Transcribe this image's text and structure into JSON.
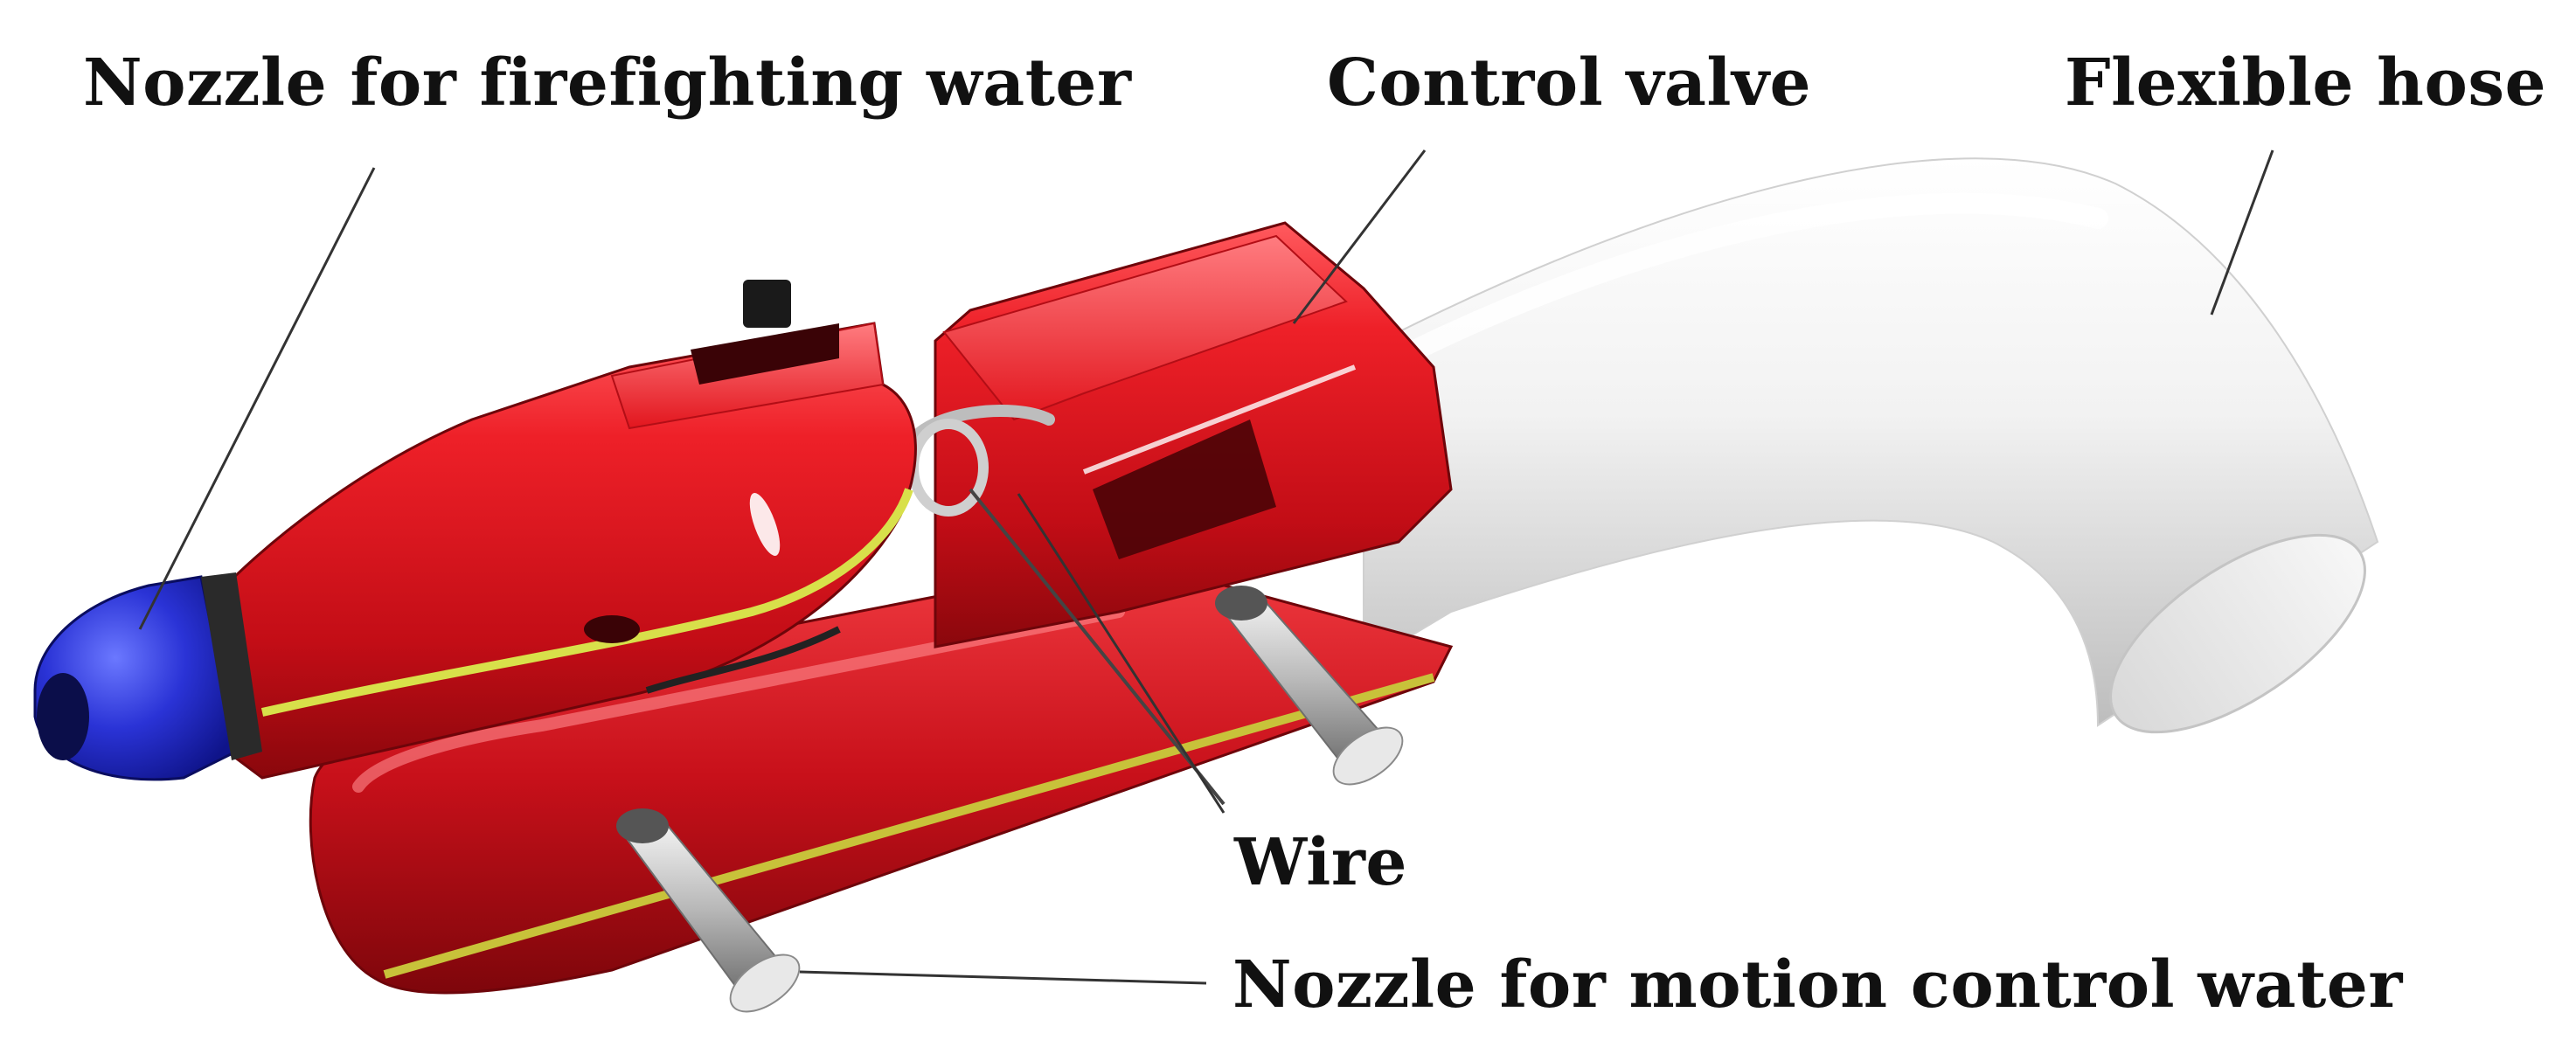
{
  "labels": {
    "nozzle_firefighting": "Nozzle for firefighting water",
    "control_valve": "Control valve",
    "flexible_hose": "Flexible hose",
    "wire": "Wire",
    "nozzle_motion": "Nozzle for motion control water"
  },
  "colors": {
    "body_red": "#e0141c",
    "body_dark_red": "#9a0a10",
    "nozzle_blue": "#2a33d6",
    "hose_white": "#ededed",
    "stripe_yellow": "#d8e04a",
    "metal_grey": "#a9a9a9",
    "text": "#111111"
  }
}
